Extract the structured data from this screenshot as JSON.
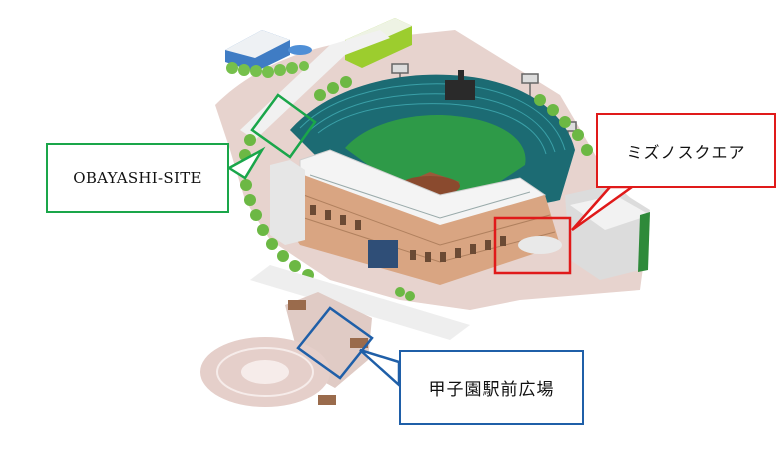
{
  "callouts": {
    "obayashi": "OBAYASHI-SITE",
    "mizuno": "ミズノスクエア",
    "koshien_plaza": "甲子園駅前広場"
  },
  "colors": {
    "obayashi": "#1aa64a",
    "mizuno": "#e01a1a",
    "koshien_plaza": "#1f5fa8"
  }
}
